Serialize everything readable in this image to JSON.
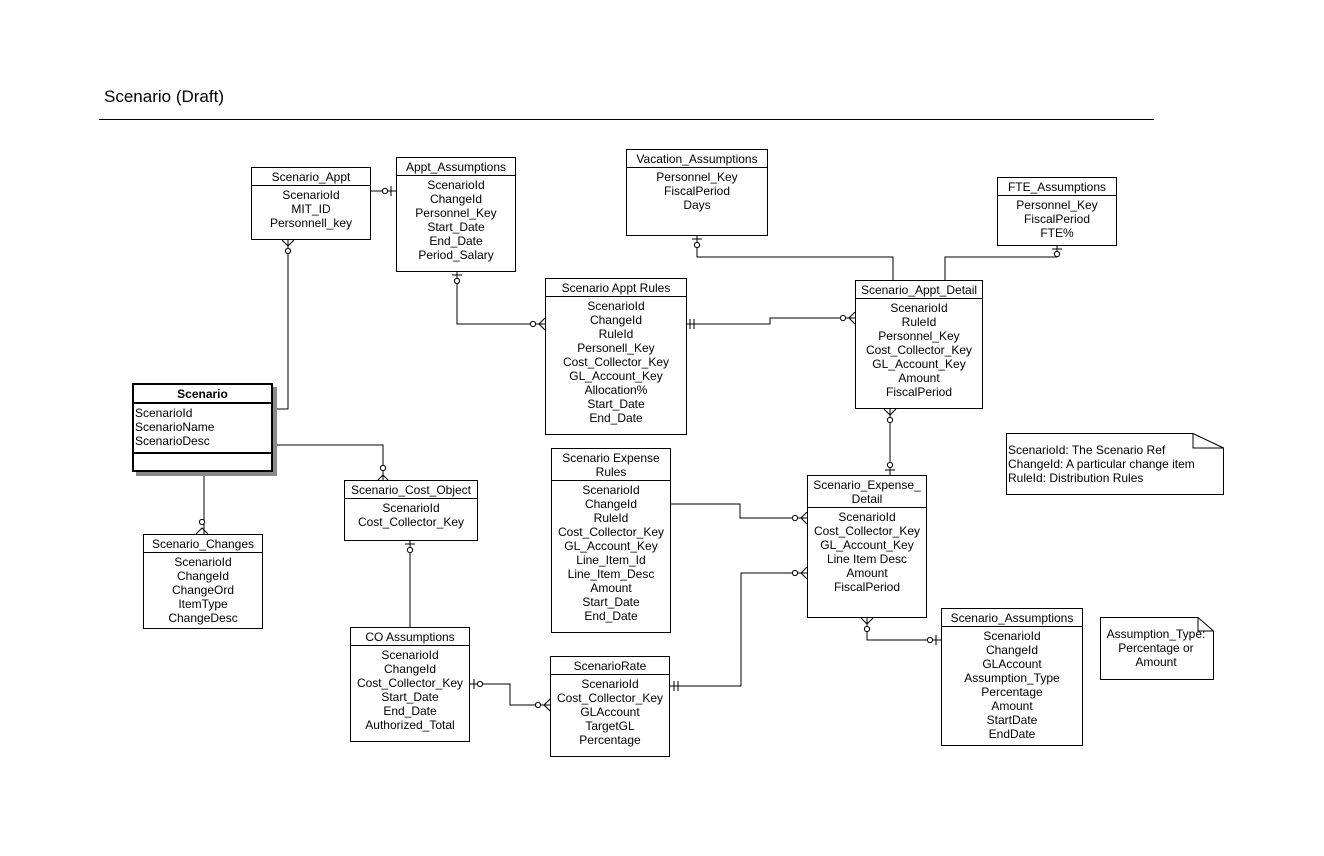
{
  "title": "Scenario (Draft)",
  "entities": {
    "scenario": {
      "name": "Scenario",
      "attrs": [
        "ScenarioId",
        "ScenarioName",
        "ScenarioDesc"
      ]
    },
    "scenario_appt": {
      "name": "Scenario_Appt",
      "attrs": [
        "ScenarioId",
        "MIT_ID",
        "Personnell_key"
      ]
    },
    "appt_assumptions": {
      "name": "Appt_Assumptions",
      "attrs": [
        "ScenarioId",
        "ChangeId",
        "Personnel_Key",
        "Start_Date",
        "End_Date",
        "Period_Salary"
      ]
    },
    "vacation_assumptions": {
      "name": "Vacation_Assumptions",
      "attrs": [
        "Personnel_Key",
        "FiscalPeriod",
        "Days"
      ]
    },
    "fte_assumptions": {
      "name": "FTE_Assumptions",
      "attrs": [
        "Personnel_Key",
        "FiscalPeriod",
        "FTE%"
      ]
    },
    "scenario_appt_rules": {
      "name": "Scenario Appt Rules",
      "attrs": [
        "ScenarioId",
        "ChangeId",
        "RuleId",
        "Personell_Key",
        "Cost_Collector_Key",
        "GL_Account_Key",
        "Allocation%",
        "Start_Date",
        "End_Date"
      ]
    },
    "scenario_appt_detail": {
      "name": "Scenario_Appt_Detail",
      "attrs": [
        "ScenarioId",
        "RuleId",
        "Personnel_Key",
        "Cost_Collector_Key",
        "GL_Account_Key",
        "Amount",
        "FiscalPeriod"
      ]
    },
    "scenario_cost_object": {
      "name": "Scenario_Cost_Object",
      "attrs": [
        "ScenarioId",
        "Cost_Collector_Key"
      ]
    },
    "scenario_changes": {
      "name": "Scenario_Changes",
      "attrs": [
        "ScenarioId",
        "ChangeId",
        "ChangeOrd",
        "ItemType",
        "ChangeDesc"
      ]
    },
    "scenario_expense_rules": {
      "name_lines": [
        "Scenario Expense",
        "Rules"
      ],
      "attrs": [
        "ScenarioId",
        "ChangeId",
        "RuleId",
        "Cost_Collector_Key",
        "GL_Account_Key",
        "Line_Item_Id",
        "Line_Item_Desc",
        "Amount",
        "Start_Date",
        "End_Date"
      ]
    },
    "scenario_expense_detail": {
      "name_lines": [
        "Scenario_Expense_",
        "Detail"
      ],
      "attrs": [
        "ScenarioId",
        "Cost_Collector_Key",
        "GL_Account_Key",
        "Line Item Desc",
        "Amount",
        "FiscalPeriod"
      ]
    },
    "co_assumptions": {
      "name": "CO Assumptions",
      "attrs": [
        "ScenarioId",
        "ChangeId",
        "Cost_Collector_Key",
        "Start_Date",
        "End_Date",
        "Authorized_Total"
      ]
    },
    "scenario_rate": {
      "name": "ScenarioRate",
      "attrs": [
        "ScenarioId",
        "Cost_Collector_Key",
        "GLAccount",
        "TargetGL",
        "Percentage"
      ]
    },
    "scenario_assumptions": {
      "name": "Scenario_Assumptions",
      "attrs": [
        "ScenarioId",
        "ChangeId",
        "GLAccount",
        "Assumption_Type",
        "Percentage",
        "Amount",
        "StartDate",
        "EndDate"
      ]
    }
  },
  "notes": {
    "id_legend": [
      "ScenarioId: The Scenario Ref",
      "ChangeId: A particular change item",
      "RuleId: Distribution Rules"
    ],
    "assumption_type": [
      "Assumption_Type:",
      "Percentage or",
      "Amount"
    ]
  }
}
